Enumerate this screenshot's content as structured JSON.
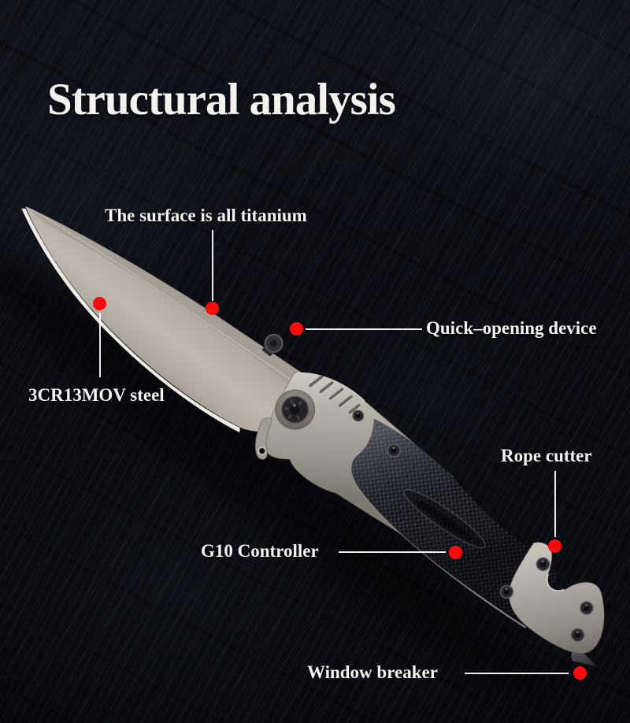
{
  "title": "Structural analysis",
  "colors": {
    "accent_red": "#f80b0b",
    "label_text": "#f4f3ef",
    "callout_line": "#ffffff",
    "background": "#0b0d13",
    "blade_metal": "#b6b0a6",
    "handle_scale": "#1c1d22"
  },
  "callouts": [
    {
      "id": "surface-titanium",
      "label": "The surface is all titanium"
    },
    {
      "id": "quick-opening",
      "label": "Quick–opening device"
    },
    {
      "id": "steel",
      "label": "3CR13MOV steel"
    },
    {
      "id": "rope-cutter",
      "label": "Rope cutter"
    },
    {
      "id": "g10-controller",
      "label": "G10 Controller"
    },
    {
      "id": "window-breaker",
      "label": "Window breaker"
    }
  ]
}
